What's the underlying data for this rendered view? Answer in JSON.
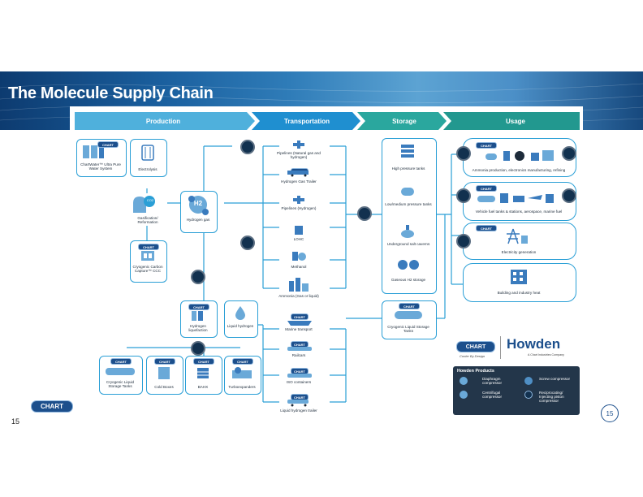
{
  "slide": {
    "title": "The Molecule Supply Chain",
    "page_number_bottom": "15",
    "page_number_circle": "15",
    "brand_logo": "CHART"
  },
  "stages": {
    "production": "Production",
    "transportation": "Transportation",
    "storage": "Storage",
    "usage": "Usage"
  },
  "production": {
    "chartwater": "ChartWater™ Ultra Pure Water System",
    "electrolysis": "Electrolysis",
    "gasification": "Gasification/ Reformation",
    "co2": "CO2",
    "hydrogen_gas": "Hydrogen gas",
    "h2": "H2",
    "carbon_capture": "Cryogenic Carbon Capture™ CCC",
    "hydrogen_liquefaction": "Hydrogen liquefaction",
    "liquid_hydrogen": "Liquid hydrogen",
    "cryo_storage_tanks": "Cryogenic Liquid Storage Tanks",
    "cold_boxes": "Cold Boxes",
    "bahx": "BAHX",
    "turboexpanders": "Turboexpanders"
  },
  "transportation": {
    "pipelines_ng": "Pipelines (Natural gas and hydrogen)",
    "h2_gas_trailer": "Hydrogen Gas Trailer",
    "pipelines_h": "Pipelines (Hydrogen)",
    "lohc": "LOHC",
    "methanol": "Methanol",
    "ammonia": "Ammonia (Gas or liquid)",
    "marine_transport": "Marine transport",
    "railcars": "Railcars",
    "iso_containers": "ISO containers",
    "liquid_h2_trailer": "Liquid hydrogen trailer"
  },
  "storage": {
    "high_pressure": "High pressure tanks",
    "low_medium": "Low/medium pressure tanks",
    "underground": "Underground salt caverns",
    "gaseous": "Gaseous H2 storage",
    "cryo_liquid": "Cryogenic Liquid Storage Tanks"
  },
  "usage": {
    "ammonia_prod": "Ammonia production, electronics manufacturing, refining",
    "vehicle": "Vehicle fuel tanks & stations, aerospace, marine fuel",
    "electricity": "Electricity generation",
    "building": "Building and industry heat"
  },
  "howden": {
    "brand": "Howden",
    "chart_tagline": "Chart",
    "tagline": "Cooler By Design",
    "sub": "A Chart Industries Company",
    "products_title": "Howden Products",
    "diaphragm": "Diaphragm compressor",
    "screw": "Screw compressor",
    "centrifugal": "Centrifugal compressor",
    "reciprocating": "Reciprocating/ Injecting piston compressor"
  },
  "colors": {
    "production": "#4fb0dc",
    "transportation": "#1f8fd0",
    "storage": "#2aa79e",
    "usage": "#22988f",
    "line": "#2a9fd6",
    "navy": "#1c4f8c"
  }
}
